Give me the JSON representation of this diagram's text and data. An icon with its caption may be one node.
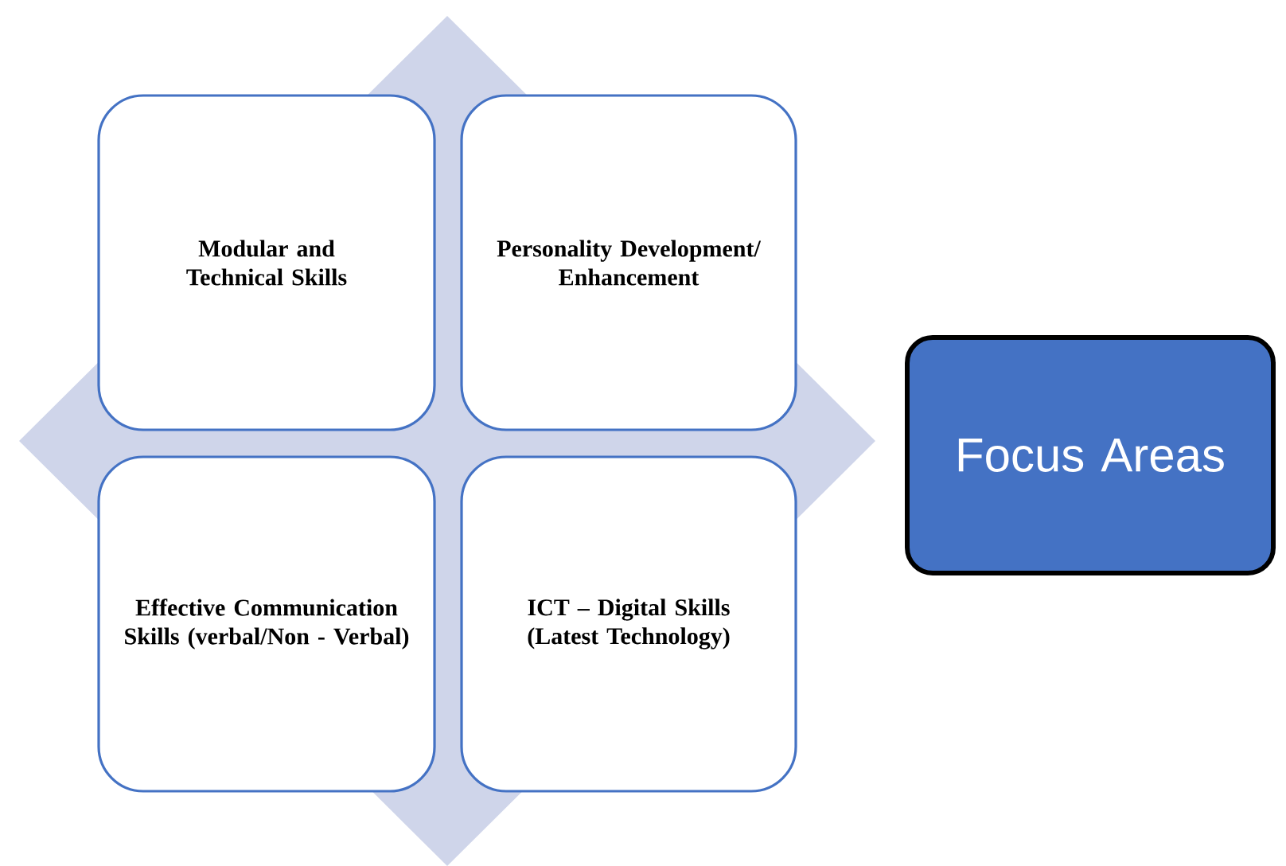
{
  "diagram": {
    "nodes": [
      {
        "text": [
          "Modular and Technical Skills"
        ]
      },
      {
        "text": [
          "Personality Development/ Enhancement"
        ]
      },
      {
        "text": [
          "Effective Communication Skills (verbal/Non - Verbal)"
        ]
      },
      {
        "text": [
          "ICT – Digital Skills (Latest Technology)"
        ]
      },
      {
        "text": [
          "Focus Areas"
        ]
      }
    ]
  }
}
